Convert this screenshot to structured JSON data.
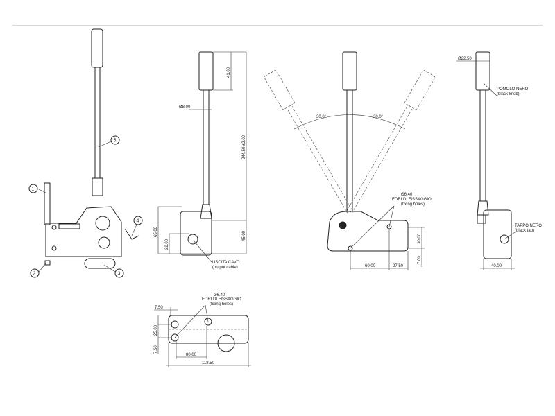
{
  "balloons": [
    "1",
    "2",
    "3",
    "4",
    "5"
  ],
  "side_view": {
    "knob_length": "41.00",
    "shaft_dia": "Ø8.00",
    "total_height": "244.50 ±2.00",
    "base_height": "65.00",
    "cable_height": "22.00",
    "pivot_height": "45.00",
    "cable_label": "USCITA CAVO",
    "cable_label_en": "(output cable)"
  },
  "front_view": {
    "angle_left": "30.0°",
    "angle_right": "30.0°",
    "hole_dia": "Ø6.40",
    "holes_label": "FORI DI FISSAGGIO",
    "holes_label_en": "(fixing holes)",
    "height_30": "30.00",
    "height_7": "7.00",
    "width_60": "60.00",
    "width_27": "27.50"
  },
  "end_view": {
    "knob_dia": "Ø22.50",
    "knob_label": "POMOLO NERO",
    "knob_label_en": "(black knob)",
    "tap_label": "TAPPO NERO",
    "tap_label_en": "(black tap)",
    "width": "40.00"
  },
  "top_view": {
    "hole_dia": "Ø6.40",
    "holes_label": "FORI DI FISSAGGIO",
    "holes_label_en": "(fixing holes)",
    "offset_top": "7.50",
    "hole_spacing": "25.00",
    "offset_bottom": "7.50",
    "hole_distance": "80.00",
    "total_length": "118.50"
  }
}
